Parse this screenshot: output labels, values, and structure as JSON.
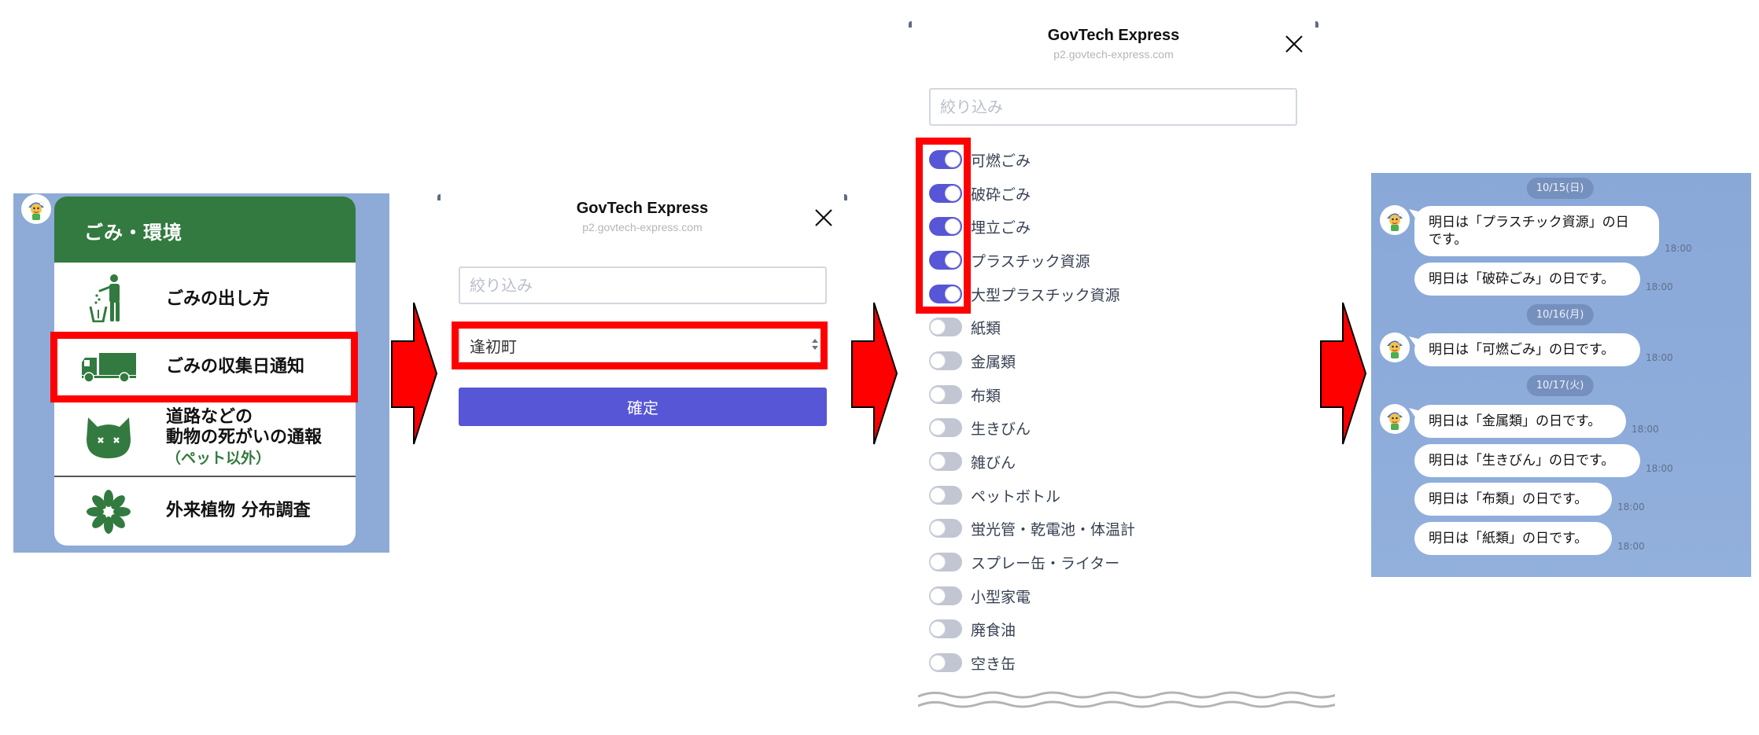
{
  "panel1": {
    "header": "ごみ・環境",
    "items": [
      {
        "label": "ごみの出し方",
        "icon": "trash-disposal-icon"
      },
      {
        "label": "ごみの収集日通知",
        "icon": "garbage-truck-icon",
        "highlighted": true
      },
      {
        "label_line1": "道路などの",
        "label_line2": "動物の死がいの通報",
        "sub": "（ペット以外）",
        "icon": "dead-cat-icon"
      },
      {
        "label": "外来植物 分布調査",
        "icon": "flower-icon"
      }
    ],
    "colors": {
      "header_bg": "#327a3f",
      "panel_bg": "#8eaad6",
      "highlight": "#ff0000"
    }
  },
  "panel2": {
    "title": "GovTech Express",
    "url": "p2.govtech-express.com",
    "filter_placeholder": "絞り込み",
    "select_value": "逢初町",
    "confirm_label": "確定",
    "colors": {
      "button": "#5756d6"
    }
  },
  "panel3": {
    "title": "GovTech Express",
    "url": "p2.govtech-express.com",
    "filter_placeholder": "絞り込み",
    "toggles": [
      {
        "label": "可燃ごみ",
        "on": true
      },
      {
        "label": "破砕ごみ",
        "on": true
      },
      {
        "label": "埋立ごみ",
        "on": true
      },
      {
        "label": "プラスチック資源",
        "on": true
      },
      {
        "label": "大型プラスチック資源",
        "on": true
      },
      {
        "label": "紙類",
        "on": false
      },
      {
        "label": "金属類",
        "on": false
      },
      {
        "label": "布類",
        "on": false
      },
      {
        "label": "生きびん",
        "on": false
      },
      {
        "label": "雑びん",
        "on": false
      },
      {
        "label": "ペットボトル",
        "on": false
      },
      {
        "label": "蛍光管・乾電池・体温計",
        "on": false
      },
      {
        "label": "スプレー缶・ライター",
        "on": false
      },
      {
        "label": "小型家電",
        "on": false
      },
      {
        "label": "廃食油",
        "on": false
      },
      {
        "label": "空き缶",
        "on": false
      }
    ],
    "colors": {
      "toggle_on": "#5756d6",
      "toggle_off": "#c1c6d2"
    }
  },
  "panel4": {
    "dates": [
      "10/15(日)",
      "10/16(月)",
      "10/17(火)"
    ],
    "messages": [
      {
        "text_line1": "明日は「プラスチック資源」の日",
        "text_line2": "です。",
        "time": "18:00"
      },
      {
        "text": "明日は「破砕ごみ」の日です。",
        "time": "18:00"
      },
      {
        "text": "明日は「可燃ごみ」の日です。",
        "time": "18:00"
      },
      {
        "text": "明日は「金属類」の日です。",
        "time": "18:00"
      },
      {
        "text": "明日は「生きびん」の日です。",
        "time": "18:00"
      },
      {
        "text": "明日は「布類」の日です。",
        "time": "18:00"
      },
      {
        "text": "明日は「紙類」の日です。",
        "time": "18:00"
      }
    ]
  },
  "arrows": {
    "color": "#ff0000",
    "count": 3
  }
}
